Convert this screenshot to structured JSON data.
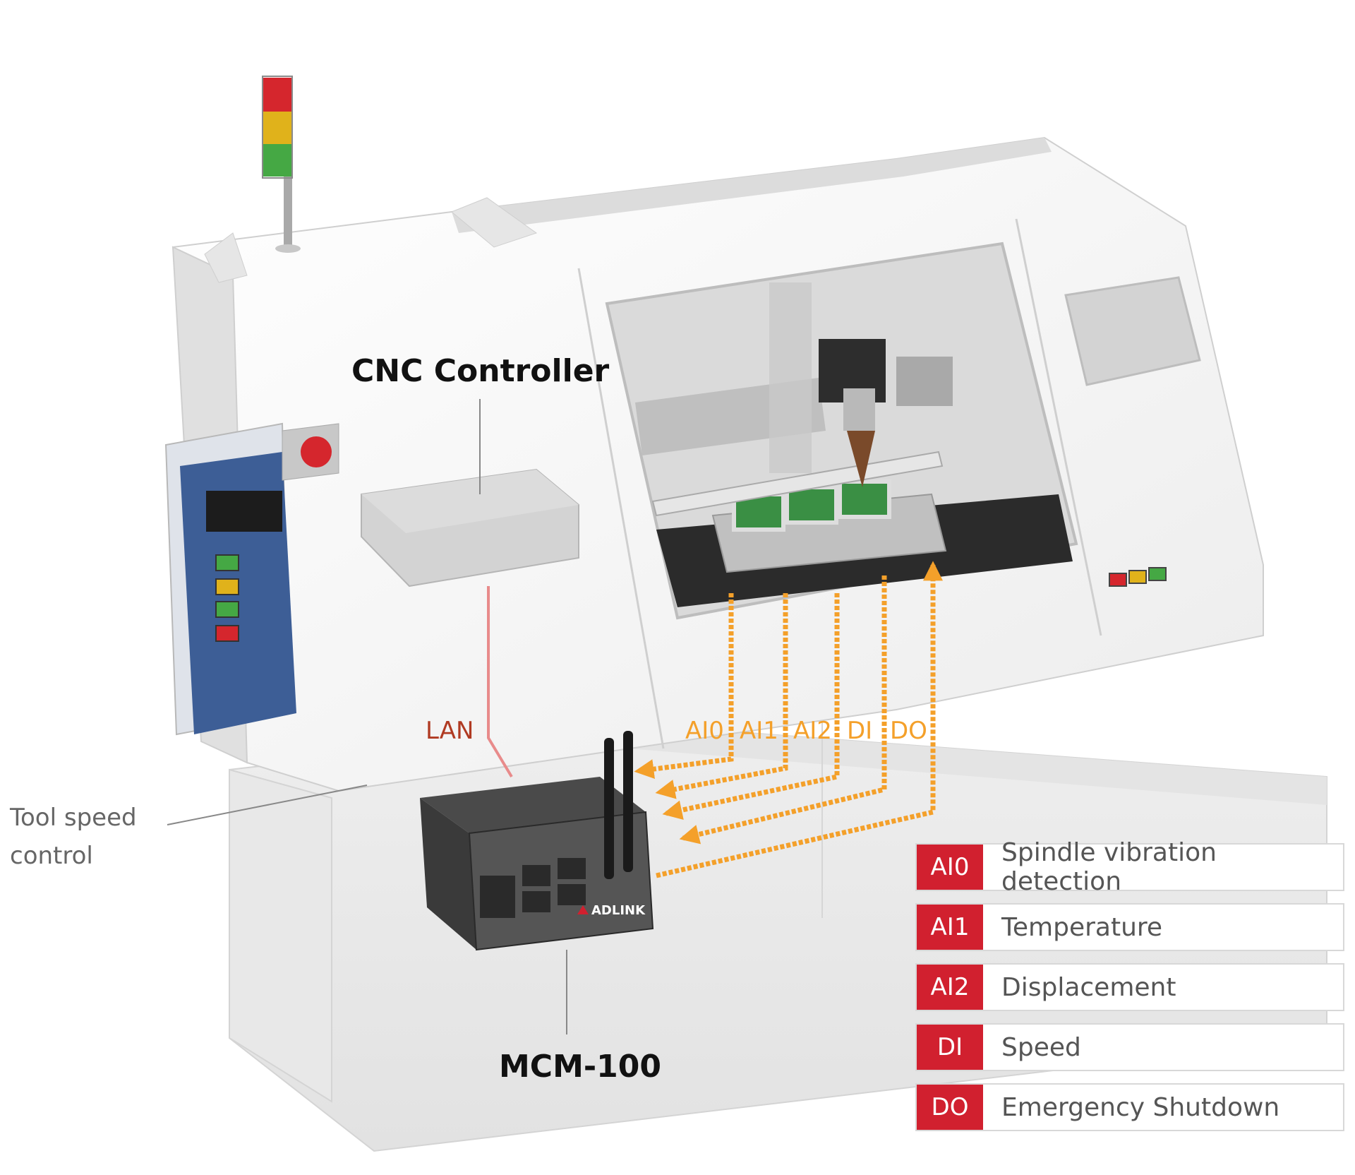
{
  "labels": {
    "cnc_controller": "CNC Controller",
    "mcm": "MCM-100",
    "lan": "LAN",
    "tool_speed_line1": "Tool speed",
    "tool_speed_line2": "control",
    "device_brand": "ADLINK"
  },
  "signals": [
    "AI0",
    "AI1",
    "AI2",
    "DI",
    "DO"
  ],
  "legend": [
    {
      "code": "AI0",
      "desc": "Spindle vibration detection"
    },
    {
      "code": "AI1",
      "desc": "Temperature"
    },
    {
      "code": "AI2",
      "desc": "Displacement"
    },
    {
      "code": "DI",
      "desc": "Speed"
    },
    {
      "code": "DO",
      "desc": "Emergency Shutdown"
    }
  ],
  "colors": {
    "signal": "#f4a02a",
    "lan": "#b03a22",
    "legend_code_bg": "#d1202f",
    "panel": "#3d5e96",
    "light_red": "#d5262d",
    "light_yellow": "#e0b21b",
    "light_green": "#45a844"
  }
}
